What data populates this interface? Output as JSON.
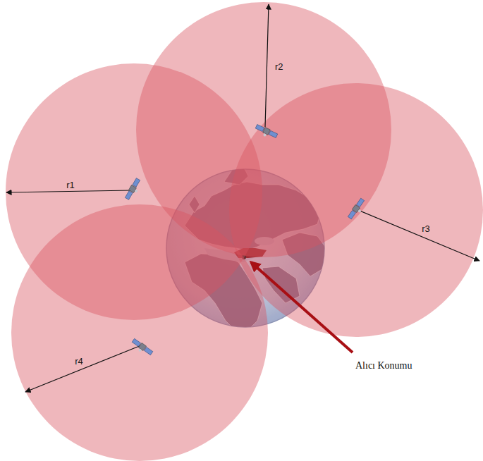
{
  "diagram": {
    "labels": [
      "r1",
      "r2",
      "r3",
      "r4",
      "Alıcı Konumu"
    ]
  }
}
